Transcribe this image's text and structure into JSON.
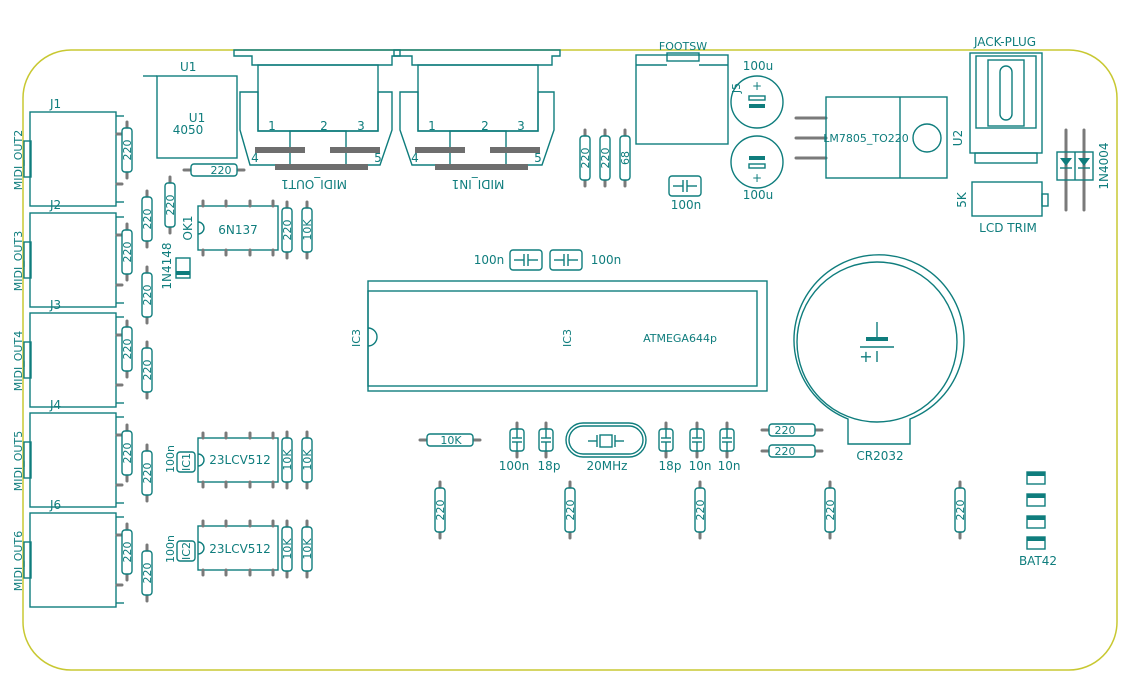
{
  "colors": {
    "outline": "#c8c832",
    "silk": "#0f7d7d",
    "pad": "#6e6e6e",
    "pin": "#7a7a7a",
    "background": "#ffffff"
  },
  "connectors": {
    "j1": {
      "ref": "J1",
      "name": "MIDI_OUT2"
    },
    "j2": {
      "ref": "J2",
      "name": "MIDI_OUT3"
    },
    "j3": {
      "ref": "J3",
      "name": "MIDI_OUT4"
    },
    "j4": {
      "ref": "J4",
      "name": "MIDI_OUT5"
    },
    "j6": {
      "ref": "J6",
      "name": "MIDI_OUT6"
    },
    "midi_out1": {
      "name": "MIDI_OUT1",
      "pins": [
        "1",
        "2",
        "3",
        "4",
        "5"
      ]
    },
    "midi_in1": {
      "name": "MIDI_IN1",
      "pins": [
        "1",
        "2",
        "3",
        "4",
        "5"
      ]
    },
    "jack": {
      "name": "JACK-PLUG"
    },
    "j5": {
      "ref": "J5"
    },
    "footsw": {
      "name": "FOOTSW"
    }
  },
  "chips": {
    "u1": {
      "ref": "U1",
      "value": "4050"
    },
    "ok1": {
      "ref": "OK1",
      "value": "6N137"
    },
    "ic1": {
      "ref": "IC1",
      "value": "23LCV512"
    },
    "ic2": {
      "ref": "IC2",
      "value": "23LCV512"
    },
    "ic3": {
      "ref": "IC3",
      "value": "ATMEGA644p"
    },
    "u2": {
      "ref": "U2",
      "value": "LM7805_TO220"
    }
  },
  "resistors": {
    "r220": "220",
    "r10k": "10K",
    "r68": "68"
  },
  "capacitors": {
    "c100n": "100n",
    "c18p": "18p",
    "c10n": "10n",
    "c100u": "100u"
  },
  "crystal": {
    "value": "20MHz"
  },
  "battery": {
    "value": "CR2032"
  },
  "diodes": {
    "d1": "1N4148",
    "d2": "1N4004",
    "bat": "BAT42"
  },
  "trim": {
    "value": "5K",
    "label": "LCD TRIM"
  }
}
